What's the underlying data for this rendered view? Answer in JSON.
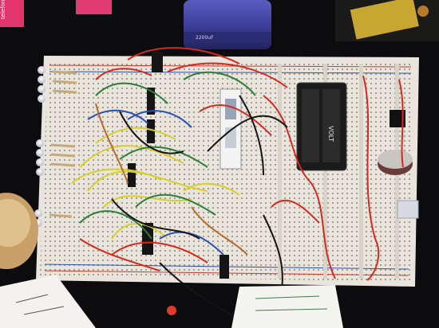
{
  "photo": {
    "subject": "breadboard-electronics-prototype",
    "labels": {
      "pink_card_text": "telefono",
      "battery_text": "VOLT",
      "capacitor_text": "2200uF"
    },
    "colors": {
      "background": "#0c0b0d",
      "breadboard": "#e9e5dc",
      "wire_red": "#d42a1f",
      "wire_yellow": "#d9cf2c",
      "wire_green": "#2f7d3a",
      "wire_blue": "#2a52b5",
      "wire_black": "#141414",
      "capacitor": "#3e3f9a",
      "battery": "#1b1b1b"
    }
  }
}
